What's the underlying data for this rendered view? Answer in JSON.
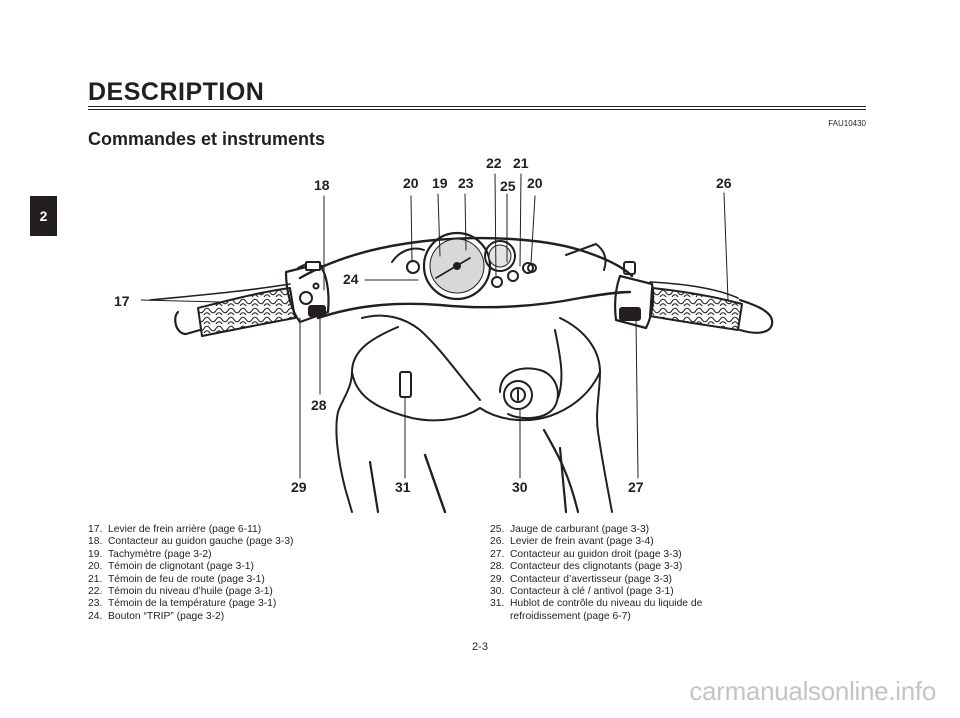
{
  "header": {
    "section_title": "DESCRIPTION",
    "ref_code": "FAU10430",
    "subtitle": "Commandes et instruments",
    "chapter_tab": "2"
  },
  "callouts": {
    "c17": "17",
    "c18": "18",
    "c19": "19",
    "c20a": "20",
    "c20b": "20",
    "c21": "21",
    "c22": "22",
    "c23": "23",
    "c24": "24",
    "c25": "25",
    "c26": "26",
    "c27": "27",
    "c28": "28",
    "c29": "29",
    "c30": "30",
    "c31": "31"
  },
  "legend_left": [
    {
      "num": "17.",
      "text": "Levier de frein arrière (page 6-11)"
    },
    {
      "num": "18.",
      "text": "Contacteur au guidon gauche (page 3-3)"
    },
    {
      "num": "19.",
      "text": "Tachymètre (page 3-2)"
    },
    {
      "num": "20.",
      "text": "Témoin de clignotant (page 3-1)"
    },
    {
      "num": "21.",
      "text": "Témoin de feu de route (page 3-1)"
    },
    {
      "num": "22.",
      "text": "Témoin du niveau d’huile (page 3-1)"
    },
    {
      "num": "23.",
      "text": "Témoin de la température (page 3-1)"
    },
    {
      "num": "24.",
      "text": "Bouton “TRIP” (page 3-2)"
    }
  ],
  "legend_right": [
    {
      "num": "25.",
      "text": "Jauge de carburant (page 3-3)"
    },
    {
      "num": "26.",
      "text": "Levier de frein avant (page 3-4)"
    },
    {
      "num": "27.",
      "text": "Contacteur au guidon droit (page 3-3)"
    },
    {
      "num": "28.",
      "text": "Contacteur des clignotants (page 3-3)"
    },
    {
      "num": "29.",
      "text": "Contacteur d’avertisseur (page 3-3)"
    },
    {
      "num": "30.",
      "text": "Contacteur à clé / antivol (page 3-1)"
    },
    {
      "num": "31.",
      "text": "Hublot de contrôle du niveau du liquide de"
    },
    {
      "num": "",
      "text": "refroidissement (page 6-7)"
    }
  ],
  "footer": {
    "page_number": "2-3",
    "watermark": "carmanualsonline.info"
  }
}
